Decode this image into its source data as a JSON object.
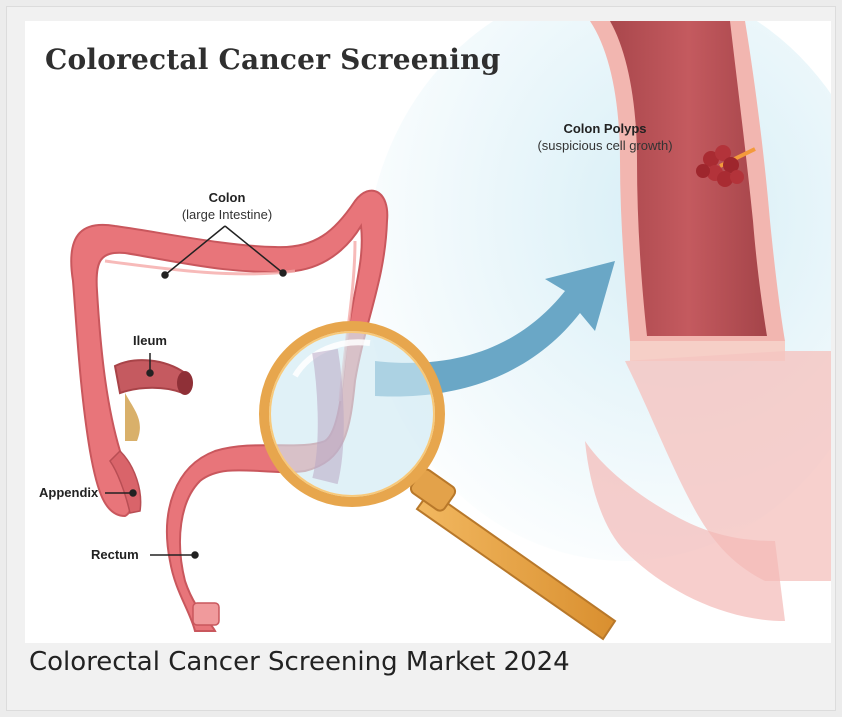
{
  "figure": {
    "title": "Colorectal Cancer Screening",
    "labels": {
      "colon": "Colon",
      "colon_sub": "(large Intestine)",
      "ileum": "Ileum",
      "appendix": "Appendix",
      "rectum": "Rectum",
      "polyps": "Colon Polyps",
      "polyps_sub": "(suspicious cell growth)"
    },
    "colors": {
      "intestine": "#e8757a",
      "intestine_dark": "#c9575d",
      "magnifier_frame": "#e3a24a",
      "arrow": "#5f9fbf",
      "zoom_bg": "#dff1f6"
    },
    "icons": [
      "magnifying-glass-icon",
      "arrow-icon"
    ]
  },
  "caption": "Colorectal Cancer Screening Market 2024"
}
